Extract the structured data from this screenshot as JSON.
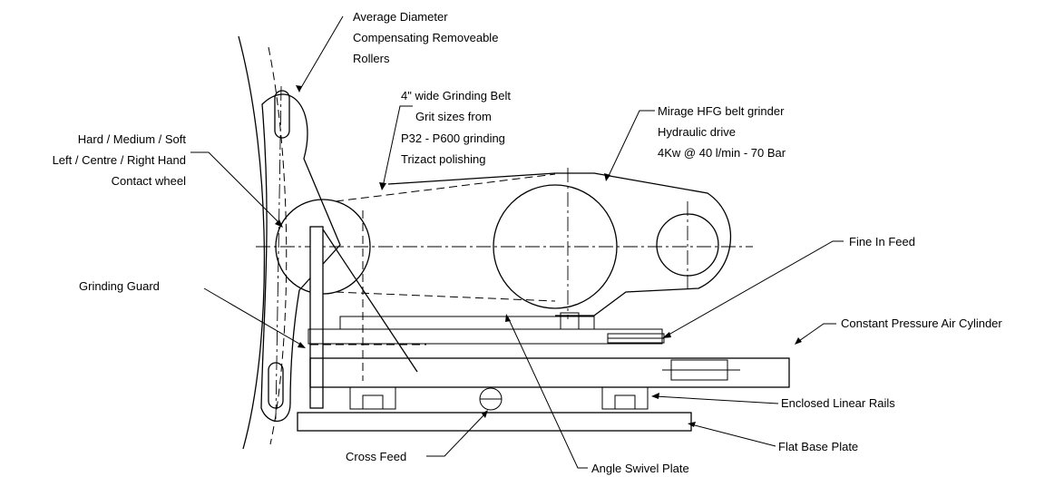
{
  "labels": {
    "rollers": [
      "Average Diameter",
      "Compensating Removeable",
      "Rollers"
    ],
    "belt": [
      "4\" wide Grinding Belt",
      "Grit sizes from",
      "P32 - P600 grinding",
      "Trizact polishing"
    ],
    "grinder": [
      "Mirage HFG belt grinder",
      "Hydraulic drive",
      "4Kw @ 40 l/min - 70 Bar"
    ],
    "contact_wheel": [
      "Hard / Medium / Soft",
      "Left / Centre / Right Hand",
      "Contact wheel"
    ],
    "fine_in_feed": "Fine In Feed",
    "grinding_guard": "Grinding Guard",
    "air_cylinder": "Constant Pressure Air Cylinder",
    "linear_rails": "Enclosed Linear Rails",
    "flat_base_plate": "Flat Base Plate",
    "cross_feed": "Cross Feed",
    "angle_swivel_plate": "Angle Swivel Plate"
  }
}
